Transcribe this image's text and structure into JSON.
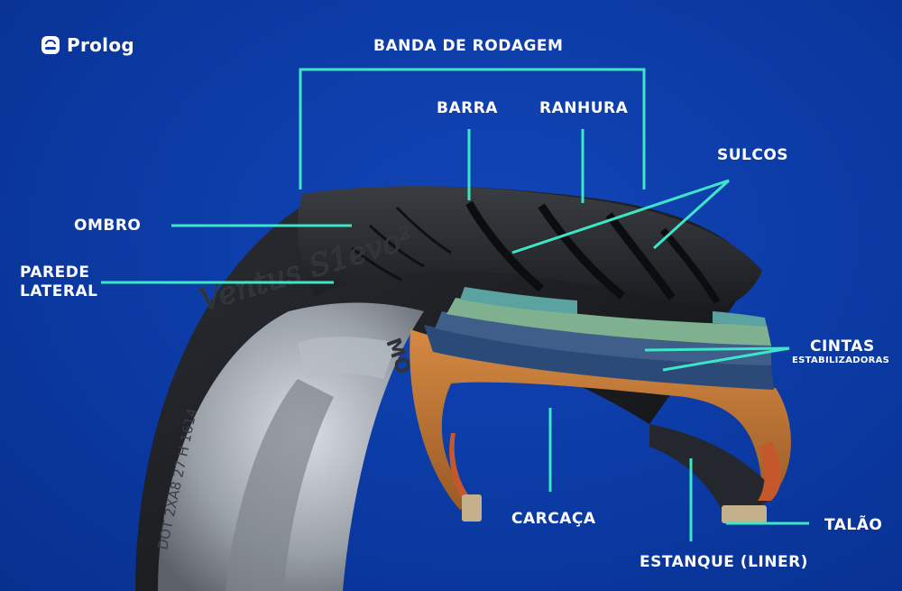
{
  "brand": {
    "name": "Prolog"
  },
  "tire": {
    "sidewall_model": "Ventus S1evo²",
    "sidewall_mark": "MO",
    "sidewall_dot": "DOT 2XA8 27 H 1614"
  },
  "labels": {
    "banda_de_rodagem": "BANDA DE RODAGEM",
    "barra": "BARRA",
    "ranhura": "RANHURA",
    "sulcos": "SULCOS",
    "ombro": "OMBRO",
    "parede_line1": "PAREDE",
    "parede_line2": "LATERAL",
    "cintas": "CINTAS",
    "cintas_sub": "ESTABILIZADORAS",
    "carcaca": "CARCAÇA",
    "talao": "TALÃO",
    "estanque": "ESTANQUE (LINER)"
  },
  "colors": {
    "background": "#0b3aa3",
    "leader_line": "#3ee6c8",
    "label_text": "#ffffff",
    "tire_rubber": "#1a1c20",
    "carcass": "#c9803e",
    "belt_teal": "#5aa3a0",
    "belt_green": "#7fb08f",
    "belt_blue": "#3f5f8a",
    "liner": "#c4572b"
  }
}
